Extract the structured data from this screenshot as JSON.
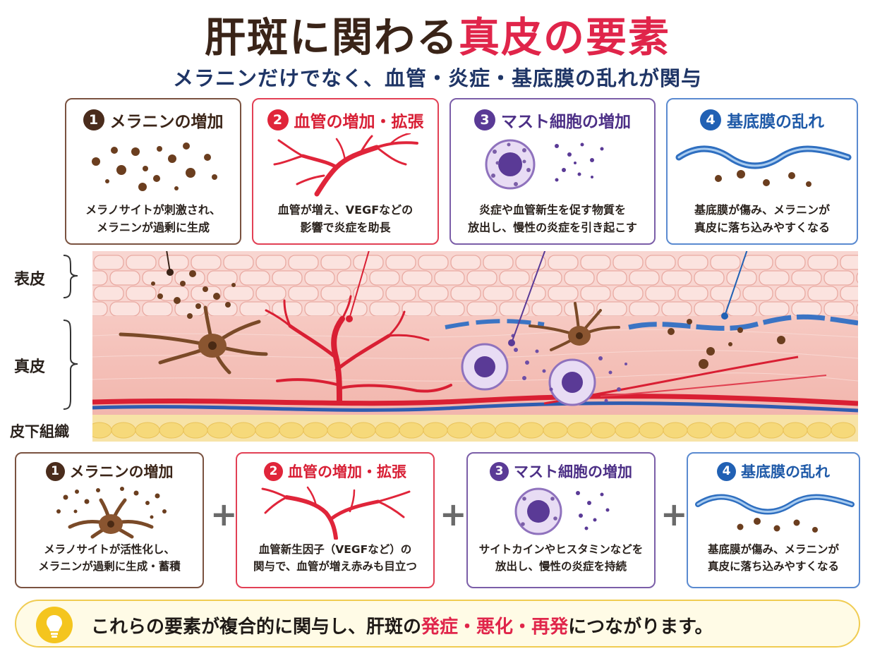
{
  "title": {
    "part1": "肝斑に関わる",
    "part2": "真皮の要素"
  },
  "subtitle": "メラニンだけでなく、血管・炎症・基底膜の乱れが関与",
  "top_cards": [
    {
      "num": "1",
      "heading": "メラニンの増加",
      "desc1": "メラノサイトが刺激され、",
      "desc2": "メラニンが過剰に生成",
      "icon": "melanin-granules-icon"
    },
    {
      "num": "2",
      "heading": "血管の増加・拡張",
      "desc1": "血管が増え、VEGFなどの",
      "desc2": "影響で炎症を助長",
      "icon": "blood-vessel-icon"
    },
    {
      "num": "3",
      "heading": "マスト細胞の増加",
      "desc1": "炎症や血管新生を促す物質を",
      "desc2": "放出し、慢性の炎症を引き起こす",
      "icon": "mast-cell-icon"
    },
    {
      "num": "4",
      "heading": "基底膜の乱れ",
      "desc1": "基底膜が傷み、メラニンが",
      "desc2": "真皮に落ち込みやすくなる",
      "icon": "basement-membrane-icon"
    }
  ],
  "layers": {
    "epidermis": "表皮",
    "dermis": "真皮",
    "subcutis": "皮下組織"
  },
  "bottom_cards": [
    {
      "num": "1",
      "heading": "メラニンの増加",
      "desc1": "メラノサイトが活性化し、",
      "desc2": "メラニンが過剰に生成・蓄積",
      "icon": "melanocyte-icon"
    },
    {
      "num": "2",
      "heading": "血管の増加・拡張",
      "desc1": "血管新生因子（VEGFなど）の",
      "desc2": "関与で、血管が増え赤みも目立つ",
      "icon": "blood-vessel-icon"
    },
    {
      "num": "3",
      "heading": "マスト細胞の増加",
      "desc1": "サイトカインやヒスタミンなどを",
      "desc2": "放出し、慢性の炎症を持続",
      "icon": "mast-cell-icon"
    },
    {
      "num": "4",
      "heading": "基底膜の乱れ",
      "desc1": "基底膜が傷み、メラニンが",
      "desc2": "真皮に落ち込みやすくなる",
      "icon": "basement-membrane-icon"
    }
  ],
  "plus_sign": "+",
  "banner": {
    "pre": "これらの要素が複合的に関与し、肝斑の",
    "h1": "発症",
    "sep1": "・",
    "h2": "悪化",
    "sep2": "・",
    "h3": "再発",
    "post": "につながります。",
    "icon": "lightbulb-icon"
  },
  "colors": {
    "melanin": "#6b3e1f",
    "vessel": "#e0253a",
    "mast": "#5a3a96",
    "membrane": "#2161b4",
    "title_red": "#e0254a",
    "title_dark": "#3a2418",
    "subtitle_navy": "#1f3566",
    "banner_yellow": "#f4c51e"
  }
}
